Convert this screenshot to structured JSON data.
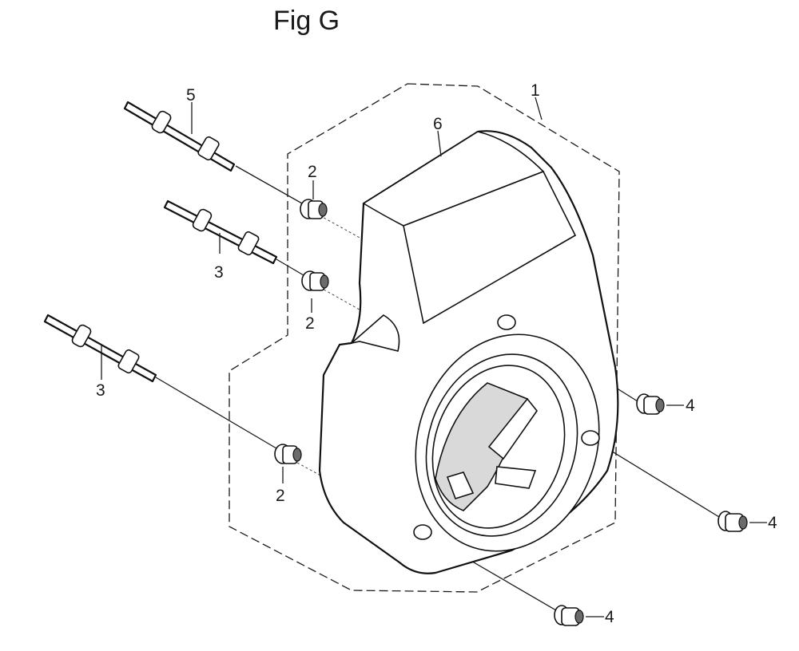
{
  "figure": {
    "title": "Fig G"
  },
  "callouts": {
    "part_1": "1",
    "part_2a": "2",
    "part_2b": "2",
    "part_2c": "2",
    "part_3a": "3",
    "part_3b": "3",
    "part_4a": "4",
    "part_4b": "4",
    "part_4c": "4",
    "part_5": "5",
    "part_6": "6"
  },
  "colors": {
    "line": "#1a1a1a",
    "background": "#ffffff"
  },
  "icons": {
    "stud_bolt": "stud-bolt-icon",
    "collar": "collar-icon",
    "flange_nut": "flange-nut-icon",
    "fan_shroud": "fan-shroud-icon"
  }
}
